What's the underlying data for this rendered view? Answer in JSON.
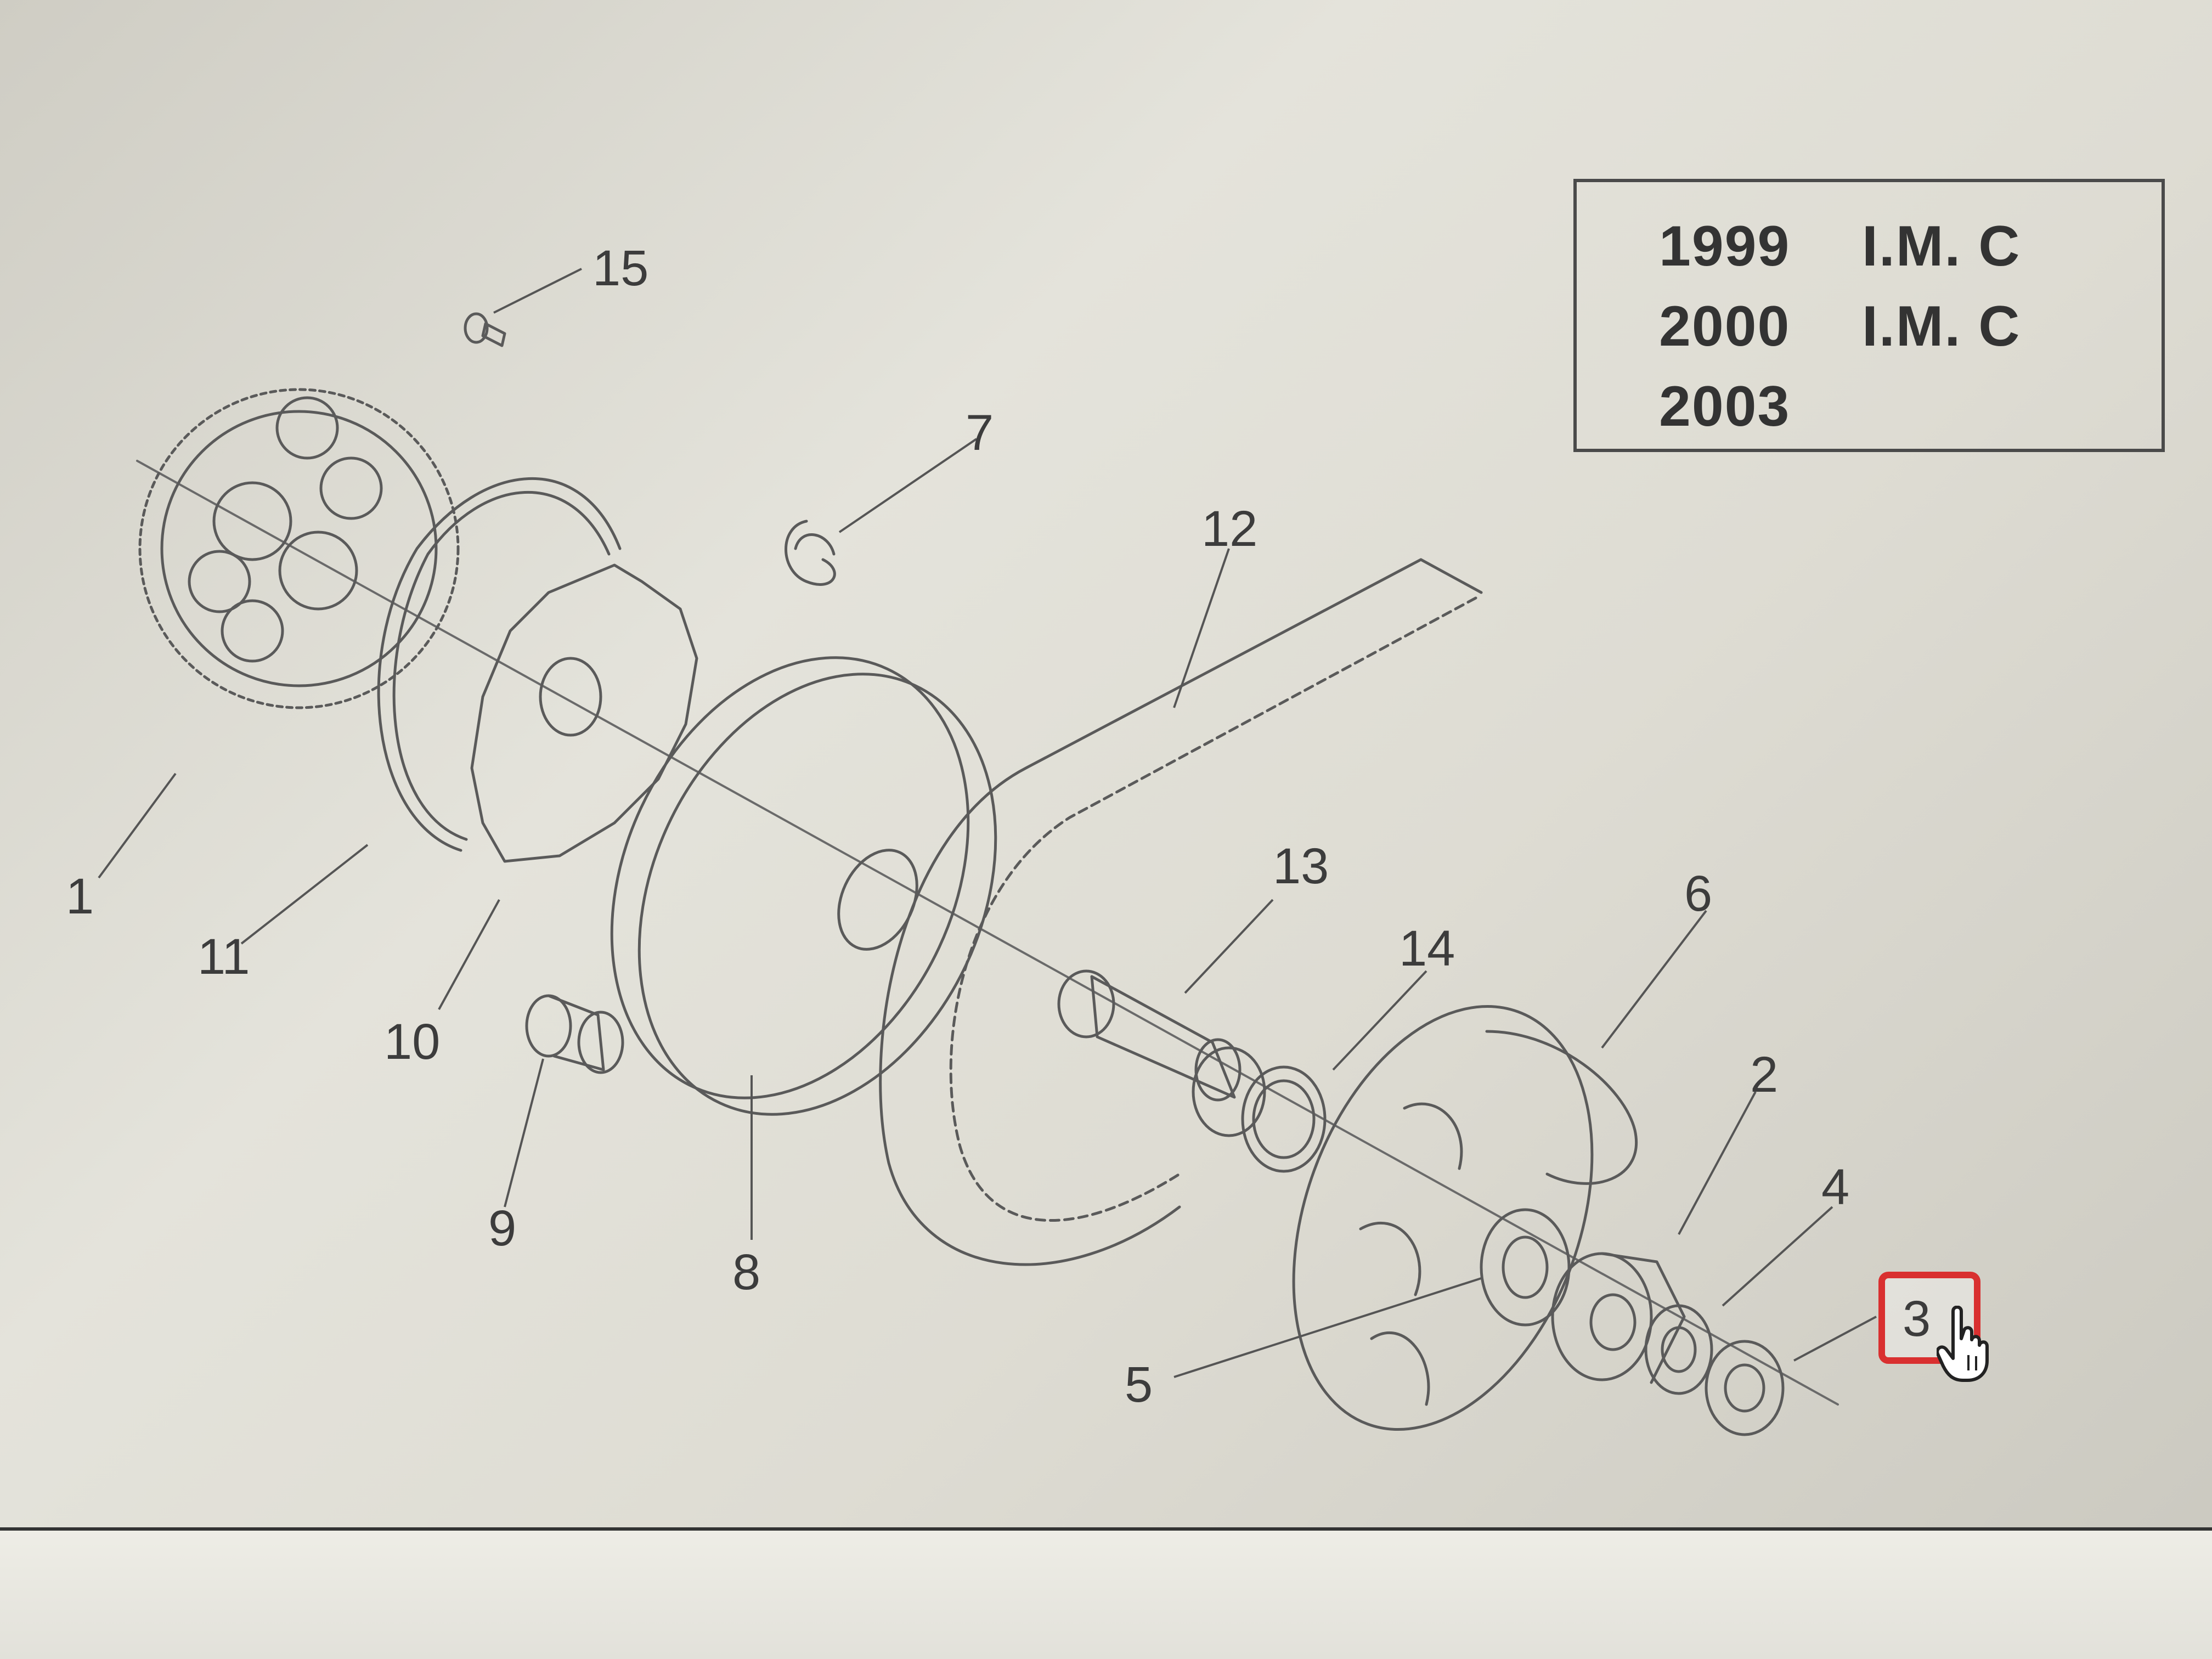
{
  "diagram": {
    "callouts": [
      "1",
      "2",
      "3",
      "4",
      "5",
      "6",
      "7",
      "8",
      "9",
      "10",
      "11",
      "12",
      "13",
      "14",
      "15"
    ]
  },
  "year_table": {
    "rows": [
      {
        "year": "1999",
        "code": "I.M. C"
      },
      {
        "year": "2000",
        "code": "I.M. C"
      },
      {
        "year": "2003",
        "code": ""
      }
    ]
  },
  "hotspot": {
    "label": "3"
  },
  "colors": {
    "line": "#5a5a5a",
    "highlight": "#d93030",
    "background": "#e0dfd7"
  },
  "icons": {
    "cursor": "hand-pointer-icon"
  }
}
